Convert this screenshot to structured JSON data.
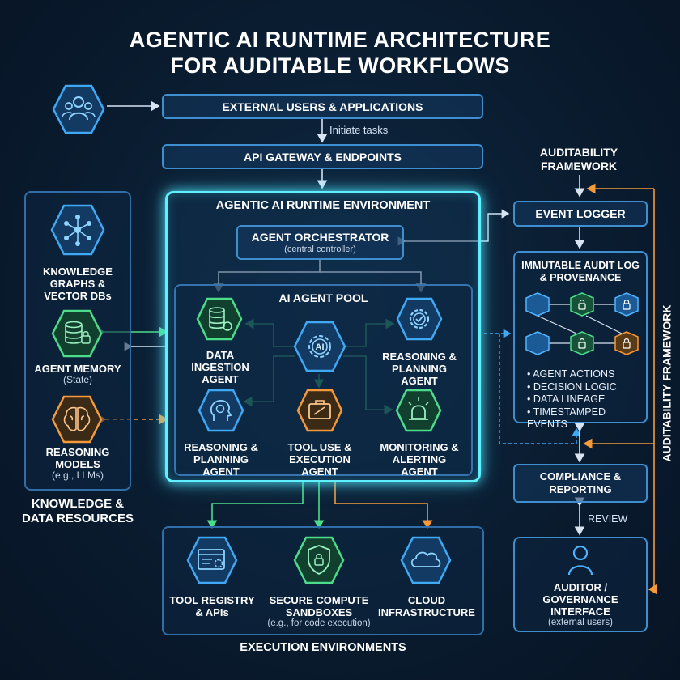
{
  "title": {
    "line1": "AGENTIC AI RUNTIME ARCHITECTURE",
    "line2": "FOR AUDITABLE WORKFLOWS"
  },
  "flow": {
    "external_users": "EXTERNAL USERS & APPLICATIONS",
    "initiate_tasks": "Initiate tasks",
    "api_gateway": "API GATEWAY & ENDPOINTS"
  },
  "runtime": {
    "title": "AGENTIC AI RUNTIME ENVIRONMENT",
    "orchestrator": {
      "name": "AGENT ORCHESTRATOR",
      "sub": "(central controller)"
    },
    "pool": {
      "title": "AI AGENT POOL",
      "center_icon": "AI",
      "agents": {
        "ingestion": {
          "l1": "DATA",
          "l2": "INGESTION",
          "l3": "AGENT"
        },
        "reasoning_top": {
          "l1": "REASONING &",
          "l2": "PLANNING",
          "l3": "AGENT"
        },
        "reasoning_bottom": {
          "l1": "REASONING &",
          "l2": "PLANNING",
          "l3": "AGENT"
        },
        "tool_use": {
          "l1": "TOOL USE &",
          "l2": "EXECUTION",
          "l3": "AGENT"
        },
        "monitoring": {
          "l1": "MONITORING &",
          "l2": "ALERTING",
          "l3": "AGENT"
        }
      }
    }
  },
  "knowledge": {
    "title_l1": "KNOWLEDGE &",
    "title_l2": "DATA RESOURCES",
    "graphs": {
      "l1": "KNOWLEDGE",
      "l2": "GRAPHS &",
      "l3": "VECTOR DBs"
    },
    "memory": {
      "l1": "AGENT MEMORY",
      "sub": "(State)"
    },
    "models": {
      "l1": "REASONING",
      "l2": "MODELS",
      "sub": "(e.g., LLMs)"
    }
  },
  "audit": {
    "framework_l1": "AUDITABILITY",
    "framework_l2": "FRAMEWORK",
    "vertical_label": "AUDITABILITY FRAMEWORK",
    "event_logger": "EVENT LOGGER",
    "immutable_l1": "IMMUTABLE AUDIT LOG",
    "immutable_l2": "& PROVENANCE",
    "items": [
      "• AGENT ACTIONS",
      "• DECISION LOGIC",
      "• DATA LINEAGE",
      "• TIMESTAMPED EVENTS"
    ],
    "compliance_l1": "COMPLIANCE &",
    "compliance_l2": "REPORTING",
    "review": "REVIEW",
    "auditor_l1": "AUDITOR /",
    "auditor_l2": "GOVERNANCE",
    "auditor_l3": "INTERFACE",
    "auditor_sub": "(external users)"
  },
  "execution": {
    "title": "EXECUTION ENVIRONMENTS",
    "registry": {
      "l1": "TOOL REGISTRY",
      "l2": "& APIs"
    },
    "sandbox": {
      "l1": "SECURE COMPUTE",
      "l2": "SANDBOXES",
      "sub": "(e.g., for code execution)"
    },
    "cloud": {
      "l1": "CLOUD",
      "l2": "INFRASTRUCTURE"
    }
  },
  "colors": {
    "blue": "#3fa9f5",
    "green": "#4ddc8a",
    "orange": "#f5993a",
    "cyan": "#5ff0ff"
  }
}
